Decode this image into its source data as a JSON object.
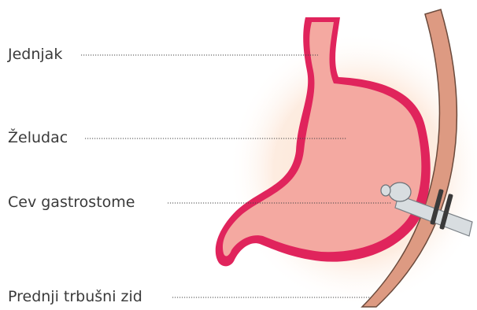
{
  "labels": {
    "esophagus": "Jednjak",
    "stomach": "Želudac",
    "tube": "Cev gastrostome",
    "wall": "Prednji trbušni zid"
  },
  "colors": {
    "stomach_fill": "#f4a9a1",
    "stomach_outline": "#e0245c",
    "glow": "#fde6d3",
    "abdominal_wall": "#dd9a82",
    "wall_outline": "#6b4a3c",
    "tube": "#d8dde0",
    "text": "#3a3a3a"
  }
}
